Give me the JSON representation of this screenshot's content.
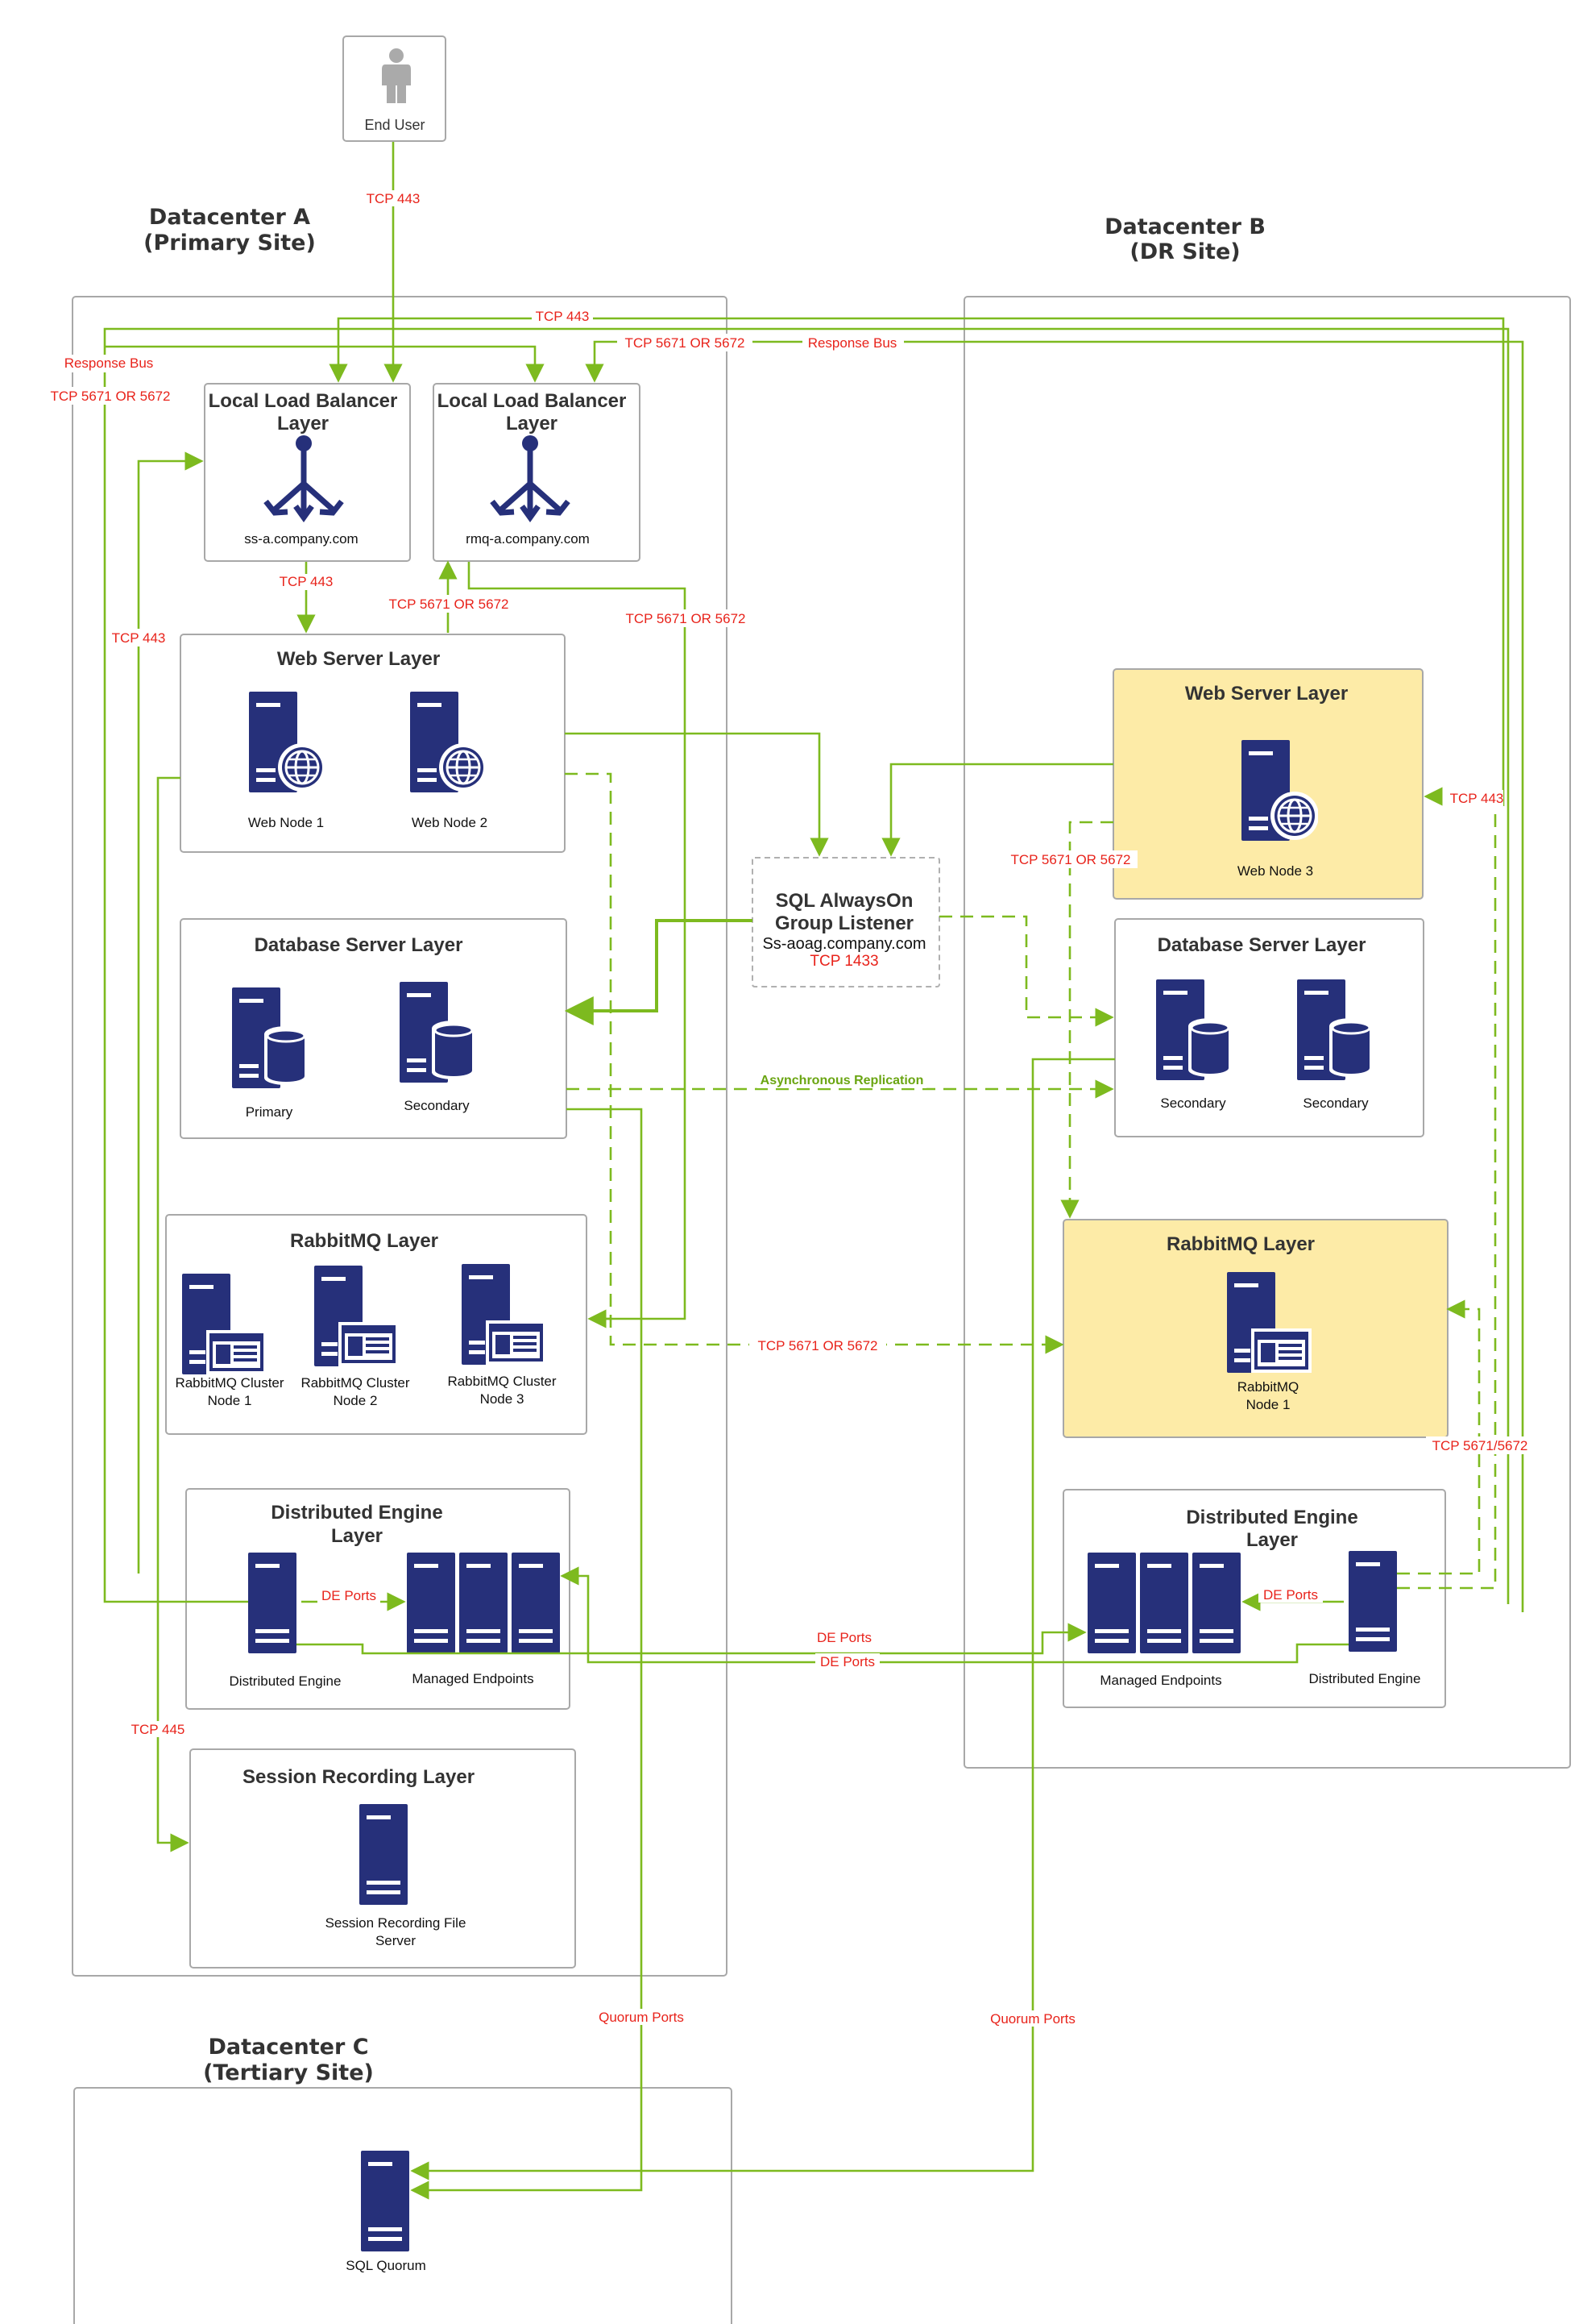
{
  "colors": {
    "server": "#26307a",
    "connector": "#7dba1f",
    "port_label": "#e8231b",
    "highlight": "#fdeba7",
    "box_border": "#a8a8a8"
  },
  "end_user": {
    "label": "End User",
    "icon": "person-icon"
  },
  "datacenters": {
    "a": {
      "title": "Datacenter A",
      "subtitle": "(Primary Site)"
    },
    "b": {
      "title": "Datacenter B",
      "subtitle": "(DR Site)"
    },
    "c": {
      "title": "Datacenter C",
      "subtitle": "(Tertiary Site)"
    }
  },
  "lb_ss": {
    "title_line1": "Local Load Balancer",
    "title_line2": "Layer",
    "host": "ss-a.company.com"
  },
  "lb_rmq": {
    "title_line1": "Local Load Balancer",
    "title_line2": "Layer",
    "host": "rmq-a.company.com"
  },
  "web_a": {
    "title": "Web Server Layer",
    "nodes": [
      "Web Node 1",
      "Web Node 2"
    ]
  },
  "db_a": {
    "title": "Database Server Layer",
    "nodes": [
      "Primary",
      "Secondary"
    ]
  },
  "rmq_a": {
    "title": "RabbitMQ Layer",
    "nodes": [
      [
        "RabbitMQ Cluster",
        "Node 1"
      ],
      [
        "RabbitMQ Cluster",
        "Node 2"
      ],
      [
        "RabbitMQ Cluster",
        "Node 3"
      ]
    ]
  },
  "de_a": {
    "title_line1": "Distributed Engine",
    "title_line2": "Layer",
    "engine": "Distributed Engine",
    "endpoints": "Managed Endpoints"
  },
  "session": {
    "title": "Session Recording Layer",
    "server_line1": "Session Recording File",
    "server_line2": "Server"
  },
  "listener": {
    "line1": "SQL AlwaysOn",
    "line2": "Group Listener",
    "host": "Ss-aoag.company.com",
    "port": "TCP 1433"
  },
  "web_b": {
    "title": "Web Server Layer",
    "node": "Web Node 3"
  },
  "db_b": {
    "title": "Database Server Layer",
    "nodes": [
      "Secondary",
      "Secondary"
    ]
  },
  "rmq_b": {
    "title": "RabbitMQ Layer",
    "node_line1": "RabbitMQ",
    "node_line2": "Node 1"
  },
  "de_b": {
    "title_line1": "Distributed Engine",
    "title_line2": "Layer",
    "engine": "Distributed Engine",
    "endpoints": "Managed Endpoints"
  },
  "quorum": {
    "label": "SQL Quorum"
  },
  "connections": {
    "tcp443_user": "TCP 443",
    "tcp443_top": "TCP 443",
    "response_bus_left": "Response Bus",
    "response_bus_right": "Response Bus",
    "tcp5671_left": "TCP 5671 OR 5672",
    "tcp5671_top": "TCP 5671 OR 5672",
    "tcp443_lb_web": "TCP 443",
    "tcp5671_web_lb": "TCP 5671 OR 5672",
    "tcp5671_lb_rmq": "TCP 5671 OR 5672",
    "tcp443_left": "TCP 443",
    "tcp5671_web_dr": "TCP 5671 OR 5672",
    "tcp443_right": "TCP 443",
    "async_replication": "Asynchronous Replication",
    "tcp5671_rmq": "TCP 5671 OR 5672",
    "tcp5671_5672_right": "TCP 5671/5672",
    "de_ports_a": "DE Ports",
    "de_ports_mid1": "DE Ports",
    "de_ports_mid2": "DE Ports",
    "de_ports_b": "DE Ports",
    "tcp445": "TCP 445",
    "quorum_left": "Quorum Ports",
    "quorum_right": "Quorum Ports"
  }
}
